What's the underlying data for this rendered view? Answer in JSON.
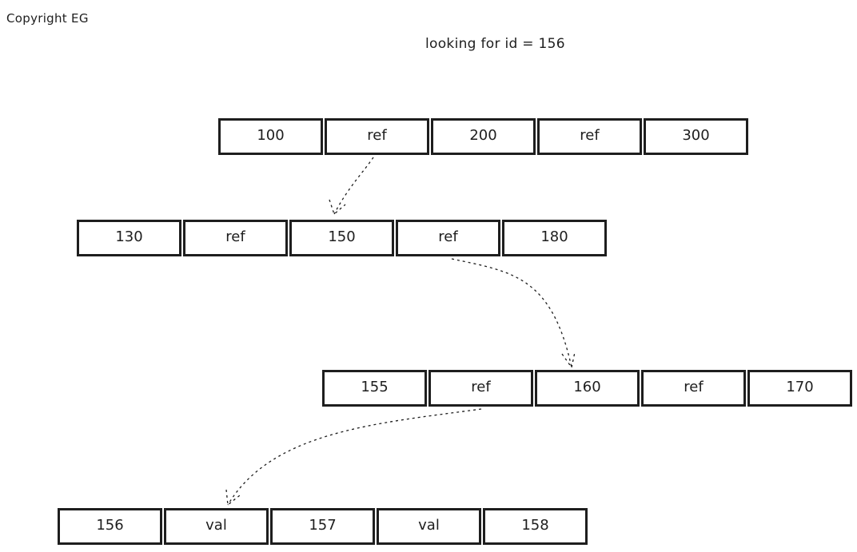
{
  "header": {
    "copyright": "Copyright EG",
    "query": "looking for  id = 156"
  },
  "rows": [
    {
      "cells": [
        "100",
        "ref",
        "200",
        "ref",
        "300"
      ]
    },
    {
      "cells": [
        "130",
        "ref",
        "150",
        "ref",
        "180"
      ]
    },
    {
      "cells": [
        "155",
        "ref",
        "160",
        "ref",
        "170"
      ]
    },
    {
      "cells": [
        "156",
        "val",
        "157",
        "val",
        "158"
      ]
    }
  ],
  "links": [
    {
      "from": "row 1 ref after 100",
      "to": "row 2"
    },
    {
      "from": "row 2 ref after 150",
      "to": "row 3"
    },
    {
      "from": "row 3 ref after 155",
      "to": "row 4"
    }
  ]
}
